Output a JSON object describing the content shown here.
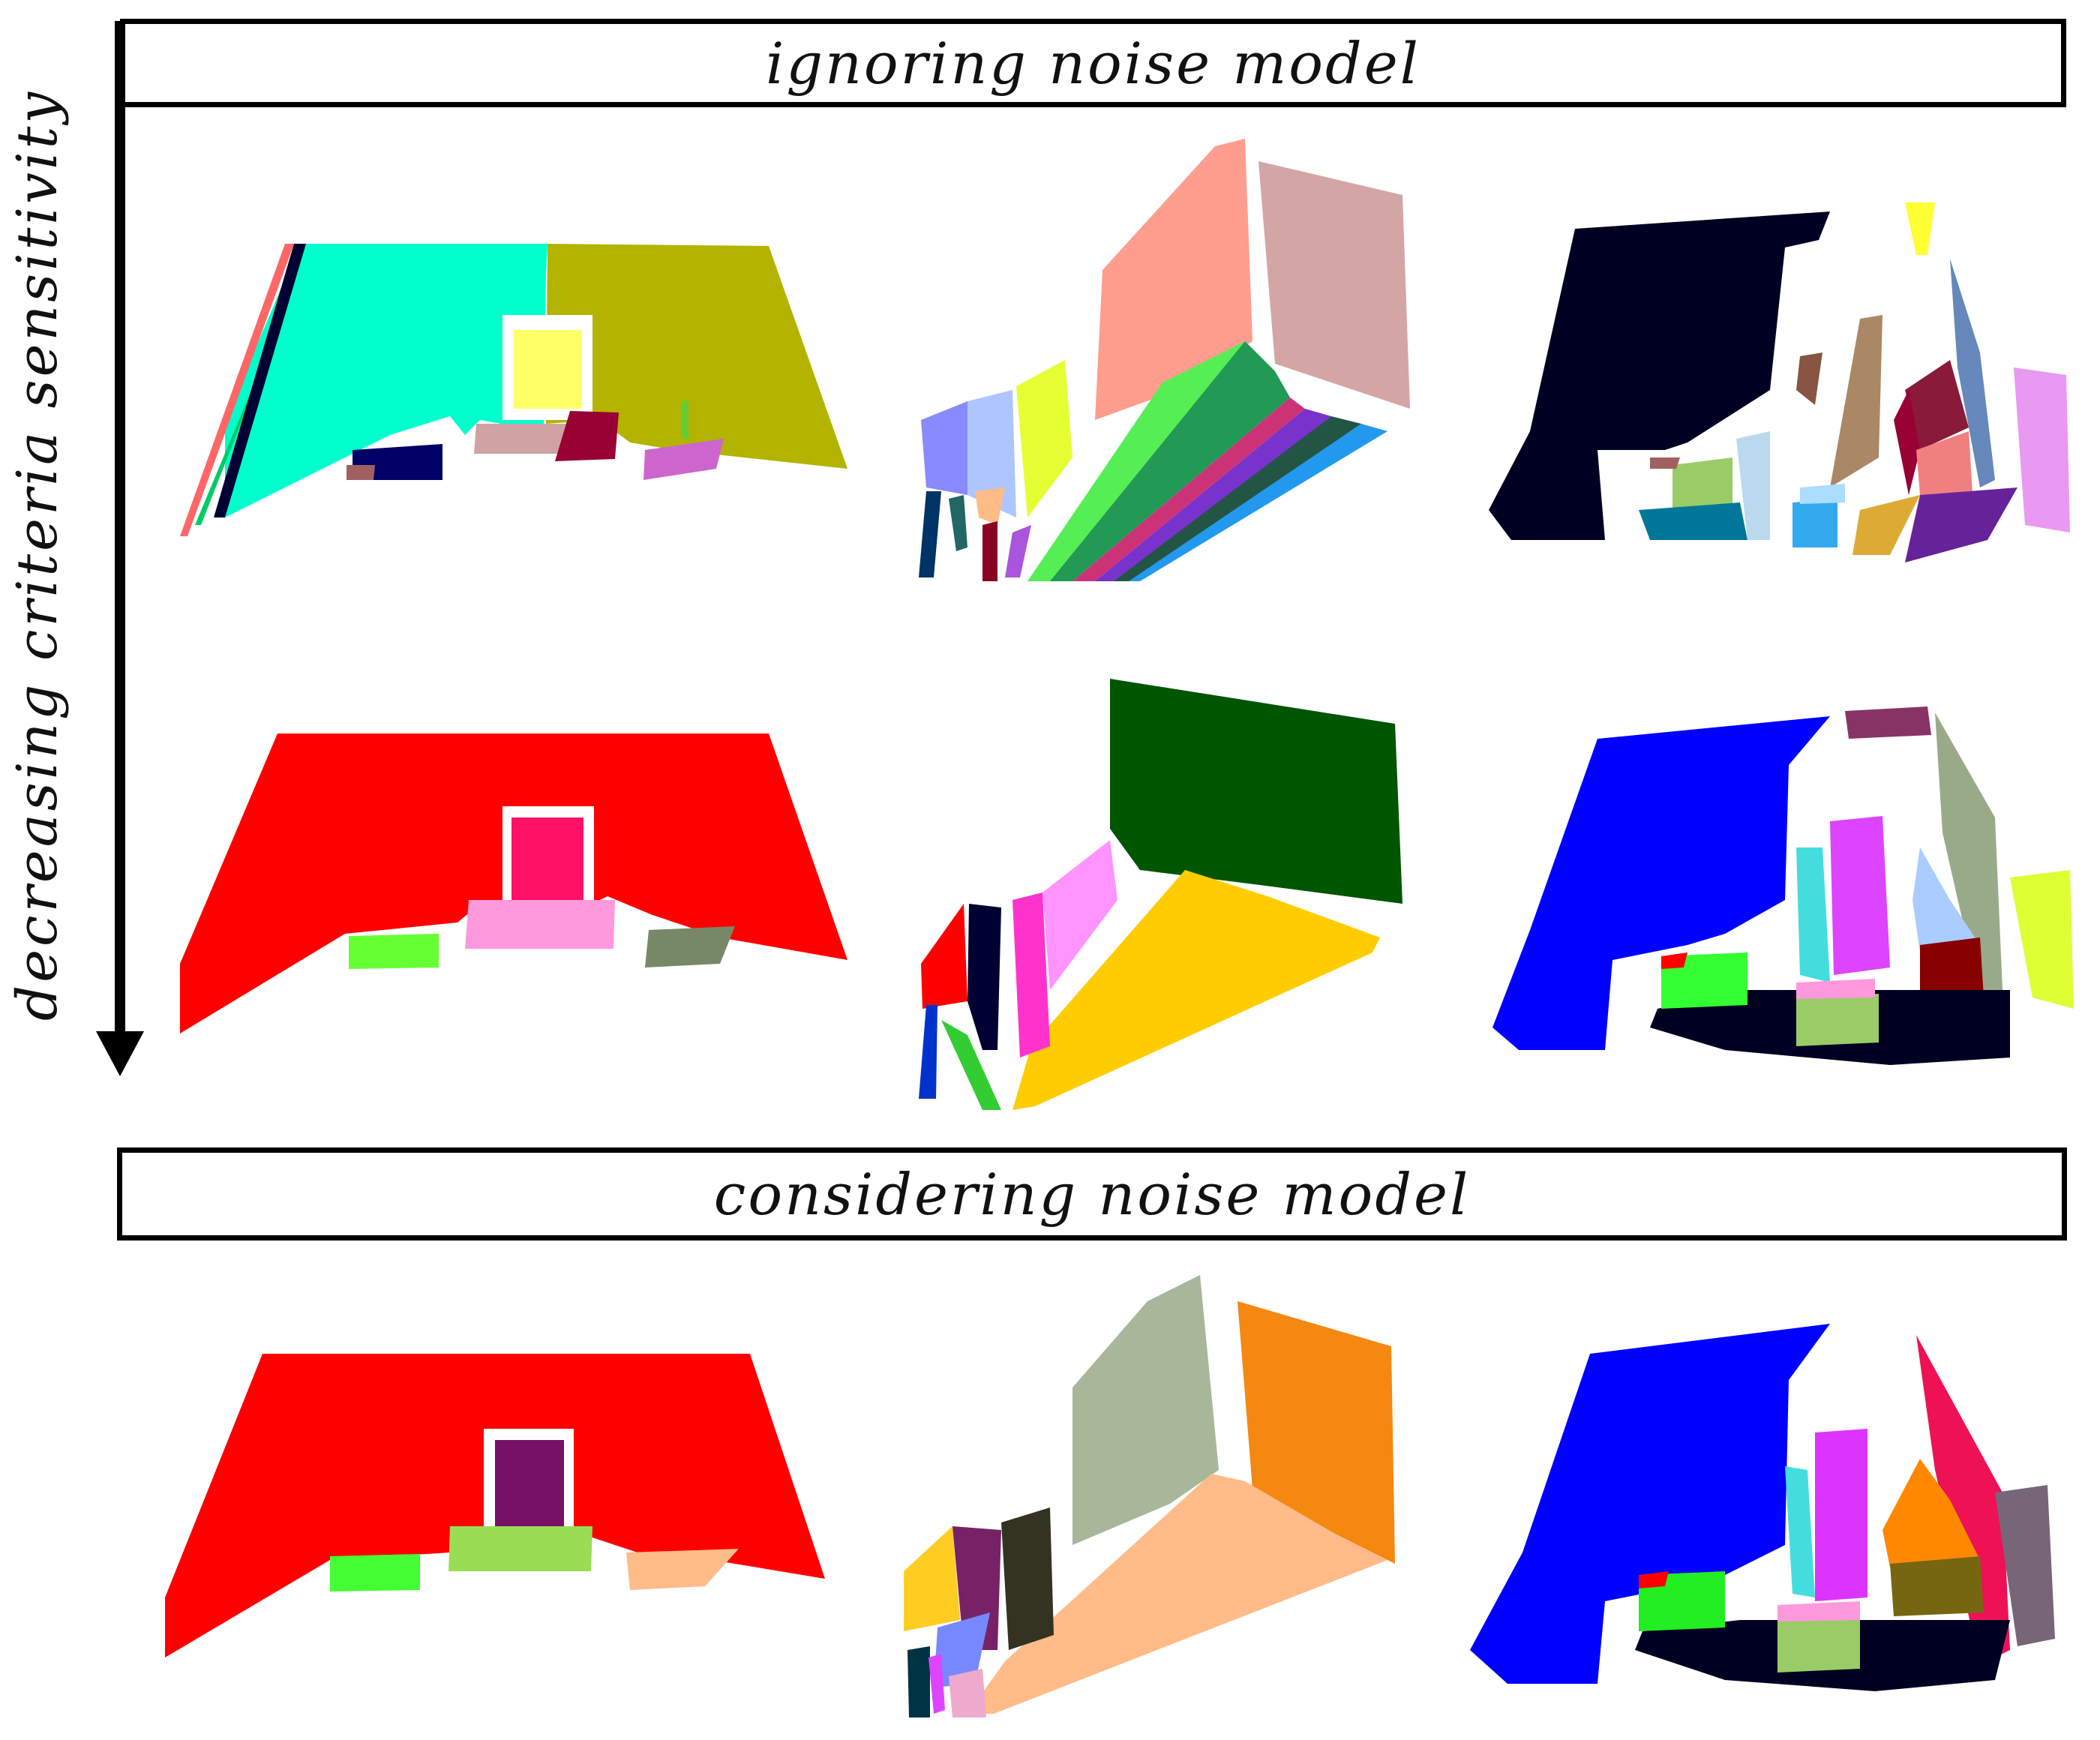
{
  "headers": {
    "ignoring": "ignoring noise model",
    "considering": "considering noise model"
  },
  "axis": {
    "label": "decreasing criteria sensitivity"
  },
  "colors": {
    "frame": "#000000",
    "background": "#ffffff"
  },
  "rows": [
    {
      "group": "ignoring noise model",
      "scenes": [
        {
          "palette": [
            "#00ffcc",
            "#b3b300",
            "#ff6666",
            "#00cc66",
            "#000033",
            "#ffff66",
            "#cfa3a3",
            "#990033",
            "#000066",
            "#a06060",
            "#cc66cc",
            "#66cc33"
          ]
        },
        {
          "palette": [
            "#ff8c7a",
            "#d4a5a5",
            "#aec6ff",
            "#8a8aff",
            "#e5ff33",
            "#55ee55",
            "#229955",
            "#cc3377",
            "#7733cc",
            "#225544",
            "#2299ee",
            "#003366",
            "#ffbb88",
            "#226666",
            "#880022",
            "#aa55dd"
          ]
        },
        {
          "palette": [
            "#000022",
            "#6688bb",
            "#aa8866",
            "#ffff33",
            "#e999f2",
            "#990033",
            "#f08080",
            "#8a1a3a",
            "#99cc66",
            "#007799",
            "#33aaee",
            "#aaddff",
            "#ddaa33",
            "#662299",
            "#885544",
            "#bbd9ee"
          ]
        }
      ]
    },
    {
      "group": "ignoring noise model",
      "scenes": [
        {
          "palette": [
            "#ff0000",
            "#ff1166",
            "#ff99dd",
            "#66ff33",
            "#778866"
          ]
        },
        {
          "palette": [
            "#005500",
            "#ffcc00",
            "#ff33cc",
            "#ff66ff",
            "#ff0000",
            "#000033",
            "#0033cc",
            "#33cc33"
          ]
        },
        {
          "palette": [
            "#0000ff",
            "#883366",
            "#99aa88",
            "#dd44ff",
            "#aaccff",
            "#880000",
            "#ddff33",
            "#33ff33",
            "#99cc66",
            "#ff99dd",
            "#000022",
            "#44dddd",
            "#ff0000"
          ]
        }
      ]
    },
    {
      "group": "considering noise model",
      "scenes": [
        {
          "palette": [
            "#ff0000",
            "#771166",
            "#99dd55",
            "#44ff33",
            "#ffbb88"
          ]
        },
        {
          "palette": [
            "#f58811",
            "#ffbb88",
            "#99aa88",
            "#ffcc22",
            "#333322",
            "#772266",
            "#7788ff",
            "#eeaacc",
            "#003344"
          ]
        },
        {
          "palette": [
            "#0000ff",
            "#ee1155",
            "#dd33ff",
            "#ff8800",
            "#776611",
            "#776677",
            "#22ee22",
            "#99cc66",
            "#ff99dd",
            "#000022",
            "#44dddd",
            "#ff0000"
          ]
        }
      ]
    }
  ]
}
